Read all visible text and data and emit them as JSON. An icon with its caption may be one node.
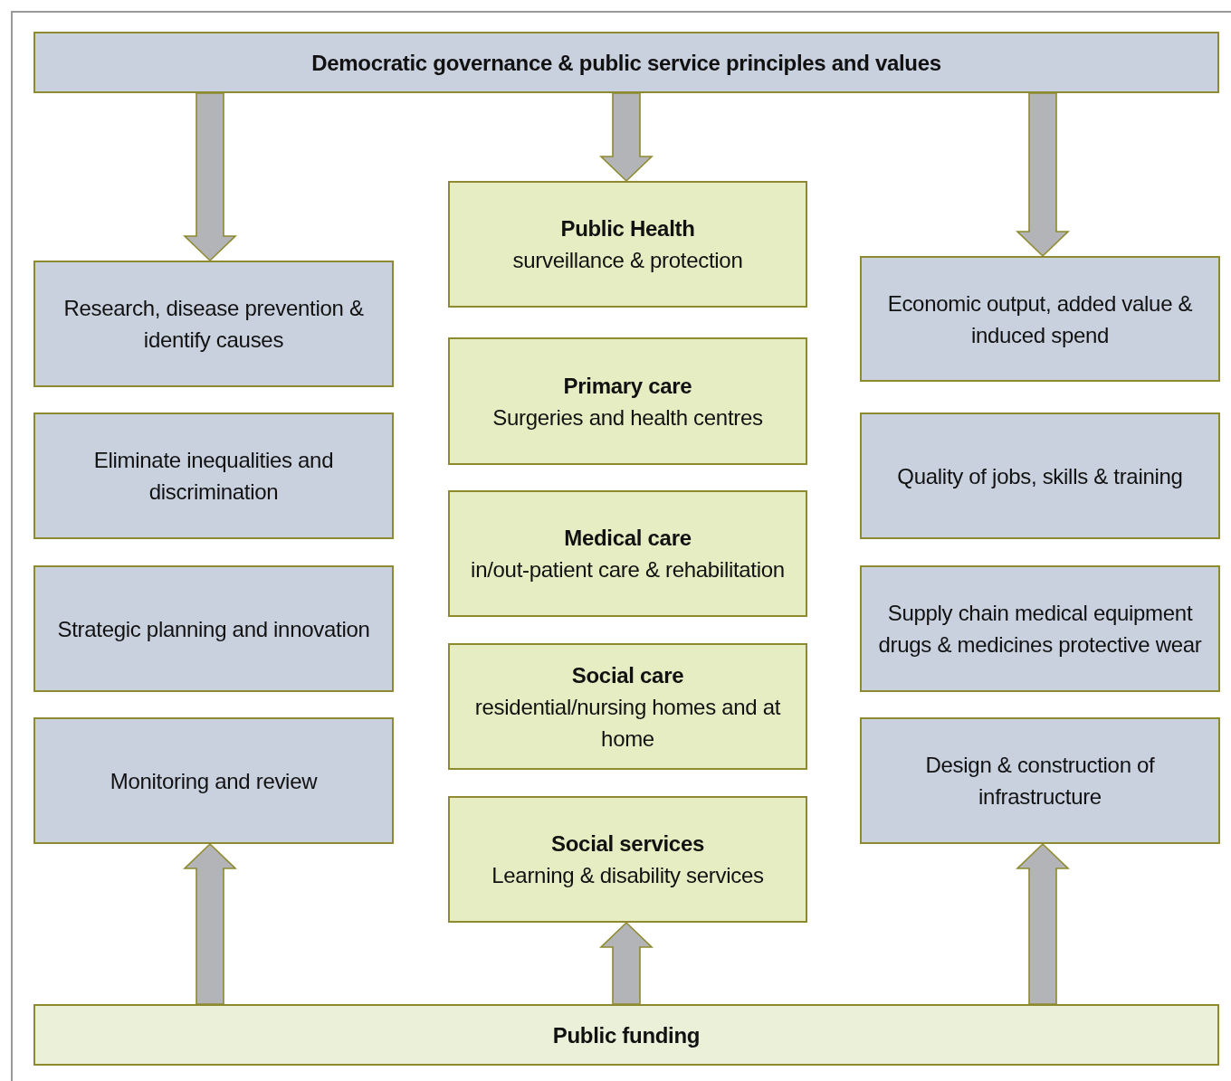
{
  "diagram": {
    "nodes": [
      {
        "text": [
          "Democratic governance & public service principles and values"
        ]
      },
      {
        "text": [
          "Research, disease prevention & identify causes"
        ]
      },
      {
        "text": [
          "Eliminate inequalities and discrimination"
        ]
      },
      {
        "text": [
          "Strategic planning and innovation"
        ]
      },
      {
        "text": [
          "Monitoring and review"
        ]
      },
      {
        "text": [
          "Public Health",
          "surveillance & protection"
        ]
      },
      {
        "text": [
          "Primary care",
          "Surgeries and health centres"
        ]
      },
      {
        "text": [
          "Medical care",
          "in/out-patient care & rehabilitation"
        ]
      },
      {
        "text": [
          "Social care",
          "residential/nursing homes and at home"
        ]
      },
      {
        "text": [
          "Social services",
          "Learning & disability services"
        ]
      },
      {
        "text": [
          "Economic output, added value & induced spend"
        ]
      },
      {
        "text": [
          "Quality of jobs, skills & training"
        ]
      },
      {
        "text": [
          "Supply chain medical equipment drugs & medicines protective wear"
        ]
      },
      {
        "text": [
          "Design & construction of infrastructure"
        ]
      },
      {
        "text": [
          "Public funding"
        ]
      }
    ],
    "edges": [
      {
        "from": 0,
        "to": 1,
        "arrow": "to"
      },
      {
        "from": 0,
        "to": 5,
        "arrow": "to"
      },
      {
        "from": 0,
        "to": 10,
        "arrow": "to"
      },
      {
        "from": 14,
        "to": 4,
        "arrow": "to"
      },
      {
        "from": 14,
        "to": 9,
        "arrow": "to"
      },
      {
        "from": 14,
        "to": 13,
        "arrow": "to"
      }
    ]
  }
}
